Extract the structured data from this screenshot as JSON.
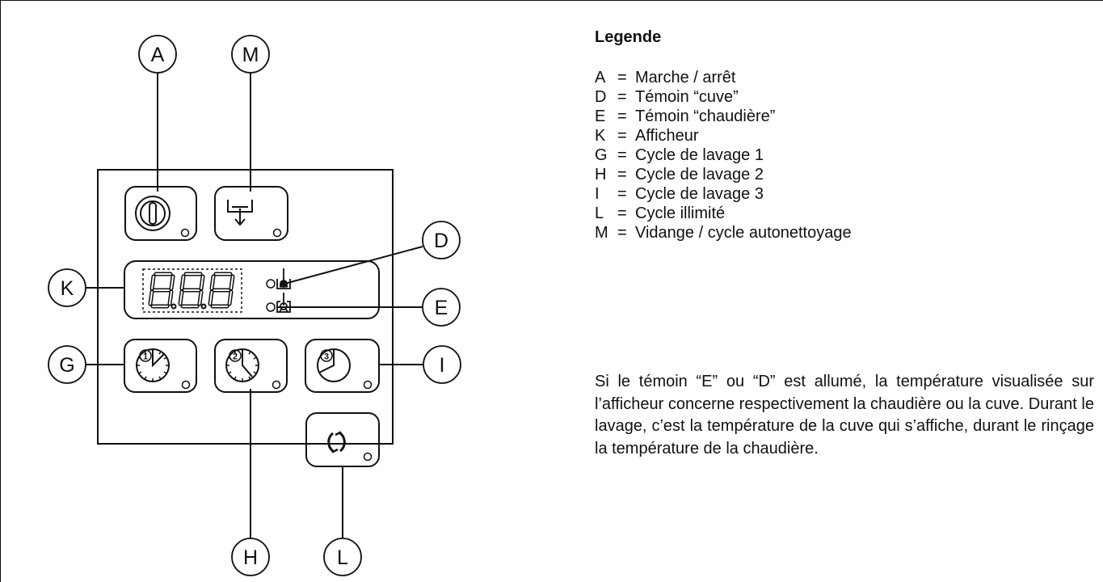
{
  "callouts": {
    "A": "A",
    "M": "M",
    "D": "D",
    "E": "E",
    "K": "K",
    "G": "G",
    "I": "I",
    "H": "H",
    "L": "L"
  },
  "icons": {
    "power": "power-icon",
    "drain": "drain-tank-icon",
    "cycle1": "clock-1-icon",
    "cycle2": "clock-2-icon",
    "cycle3": "clock-3-icon",
    "unlimited": "rotate-arrows-icon",
    "tank_temp": "tank-thermometer-icon",
    "boiler_temp": "boiler-thermometer-icon"
  },
  "display": {
    "readout": "8.8.8",
    "segments": 3
  },
  "legend": {
    "title": "Legende",
    "items": [
      {
        "key": "A",
        "eq": "=",
        "text": "Marche / arrêt"
      },
      {
        "key": "D",
        "eq": "=",
        "text": "Témoin “cuve”"
      },
      {
        "key": "E",
        "eq": "=",
        "text": "Témoin “chaudière”"
      },
      {
        "key": "K",
        "eq": "=",
        "text": "Afficheur"
      },
      {
        "key": "G",
        "eq": "=",
        "text": "Cycle de lavage 1"
      },
      {
        "key": "H",
        "eq": "=",
        "text": "Cycle de lavage 2"
      },
      {
        "key": "I",
        "eq": "=",
        "text": "Cycle de lavage 3"
      },
      {
        "key": "L",
        "eq": "=",
        "text": "Cycle illimité"
      },
      {
        "key": "M",
        "eq": "=",
        "text": "Vidange / cycle autonettoyage"
      }
    ]
  },
  "note": "Si le témoin “E” ou “D” est allumé, la température visualisée sur l’afficheur concerne respectivement la chaudière ou la cuve. Durant le lavage, c’est la température de la cuve qui s’affiche, durant le rinçage la température de la chaudière."
}
